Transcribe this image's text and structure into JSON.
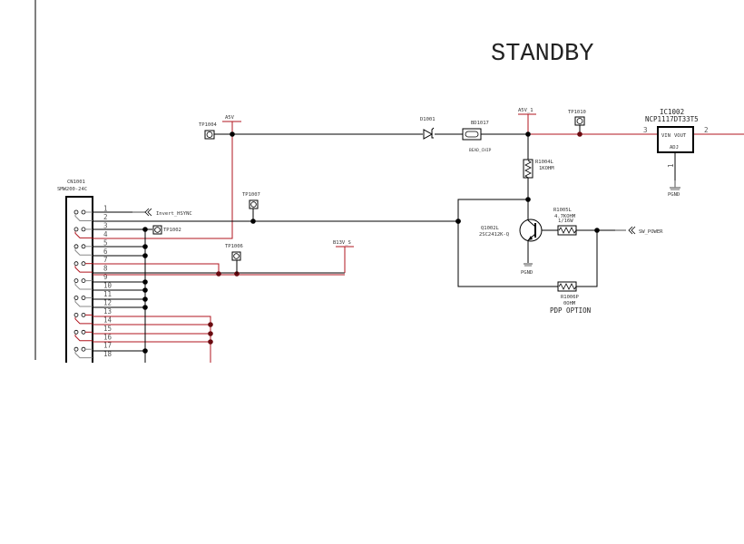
{
  "title": "STANDBY",
  "colors": {
    "wire": "#000000",
    "power_net": "#b0151f",
    "junction": "#000000"
  },
  "connector": {
    "ref": "CN1001",
    "part": "SMW200-24C",
    "pins": [
      "1",
      "2",
      "3",
      "4",
      "5",
      "6",
      "7",
      "8",
      "9",
      "10",
      "11",
      "12",
      "13",
      "14",
      "15",
      "16",
      "17",
      "18"
    ]
  },
  "nets": {
    "a5v": "A5V",
    "a5v_1": "A5V_1",
    "b13v_s": "B13V_S",
    "invert_hsync": "Invert_HSYNC",
    "sw_power": "SW_POWER",
    "pgnd_q": "PGND",
    "pgnd_ic": "PGND"
  },
  "test_points": {
    "tp1004": "TP1004",
    "tp1010": "TP1010",
    "tp1007": "TP1007",
    "tp1002": "TP1002",
    "tp1006": "TP1006"
  },
  "diode": {
    "ref": "D1001"
  },
  "bead": {
    "ref": "BD1017",
    "value": "BEAD_CHIP"
  },
  "ic": {
    "ref": "IC1002",
    "part": "NCP1117DT33T5",
    "pin_vin": "VIN",
    "pin_vout": "VOUT",
    "pin_adj": "ADJ",
    "pin3": "3",
    "pin2": "2",
    "pin1": "1"
  },
  "r1004": {
    "ref": "R1004L",
    "value": "1KOHM"
  },
  "r1005": {
    "ref": "R1005L",
    "value": "4.7KOHM",
    "power": "1/16W"
  },
  "r1006": {
    "ref": "R1006P",
    "value": "0OHM",
    "note": "PDP OPTION"
  },
  "transistor": {
    "ref": "Q1002L",
    "part": "2SC2412K-Q"
  }
}
